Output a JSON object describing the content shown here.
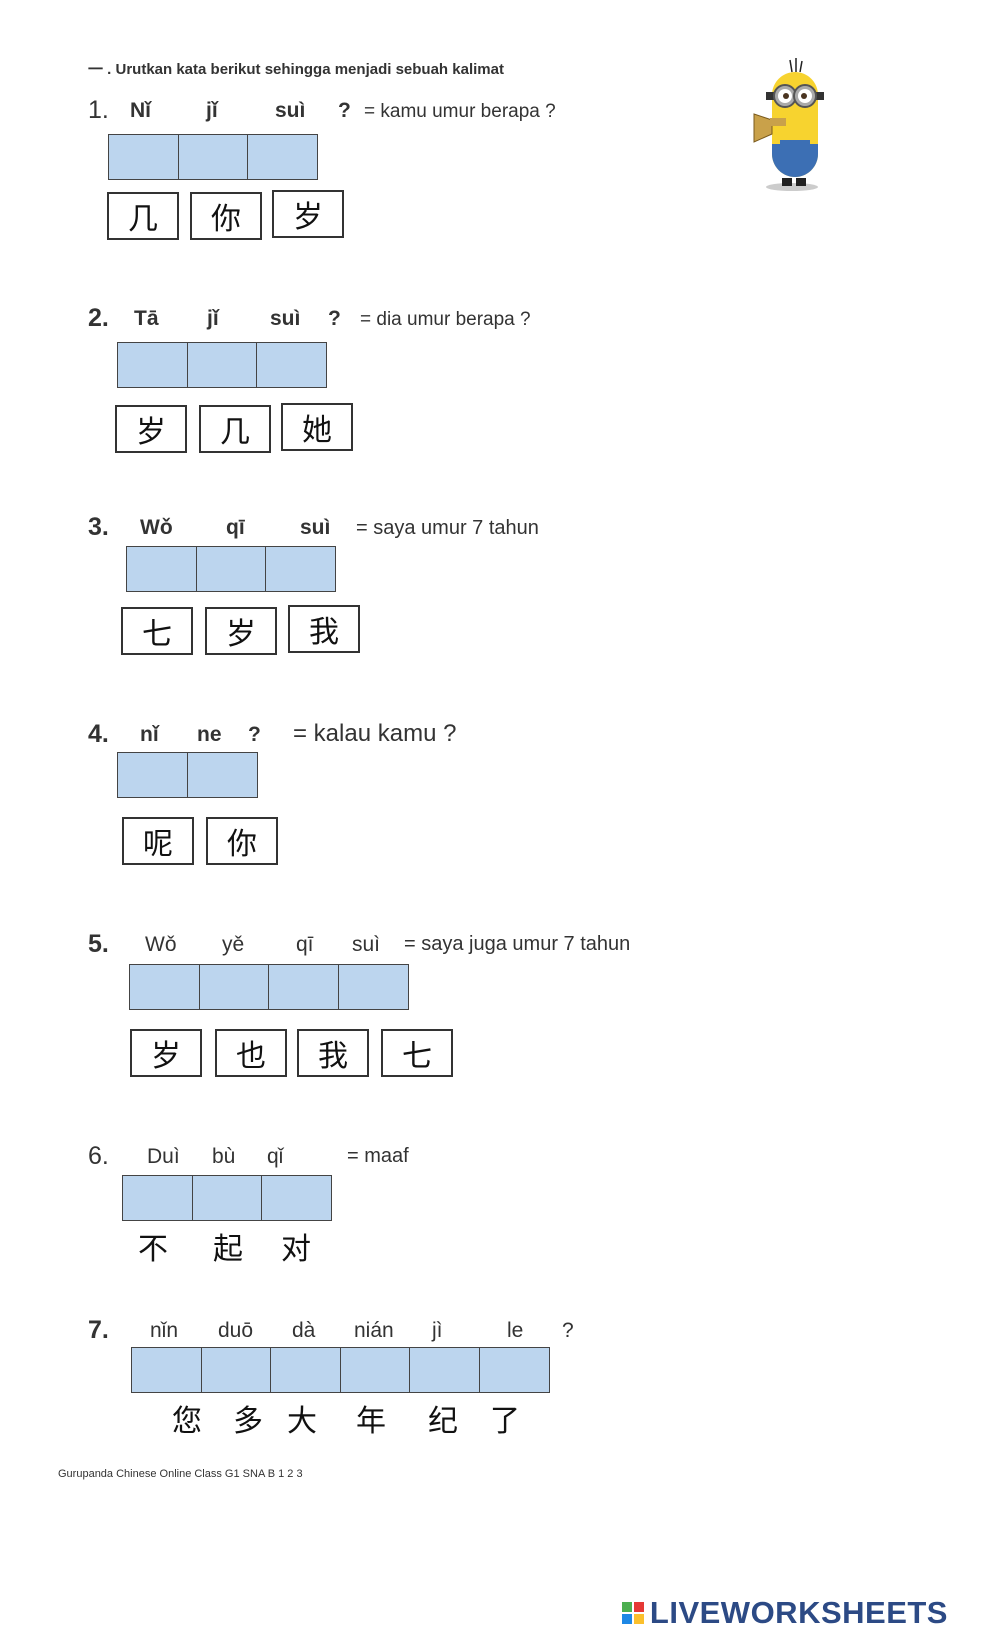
{
  "instruction": "一 . Urutkan kata berikut sehingga menjadi sebuah kalimat",
  "questions": [
    {
      "number": "1.",
      "pinyin": [
        "Nǐ",
        "jǐ",
        "suì",
        "?"
      ],
      "meaning": "= kamu  umur berapa ?",
      "slot_count": 3,
      "cards": [
        "几",
        "你",
        "岁"
      ]
    },
    {
      "number": "2.",
      "pinyin": [
        "Tā",
        "jǐ",
        "suì",
        "?"
      ],
      "meaning": "=  dia umur berapa ?",
      "slot_count": 3,
      "cards": [
        "岁",
        "几",
        "她"
      ]
    },
    {
      "number": "3.",
      "pinyin": [
        "Wǒ",
        "qī",
        "suì"
      ],
      "meaning": "=  saya umur  7 tahun",
      "slot_count": 3,
      "cards": [
        "七",
        "岁",
        "我"
      ]
    },
    {
      "number": "4.",
      "pinyin": [
        "nǐ",
        "ne",
        "?"
      ],
      "meaning": "= kalau kamu ?",
      "slot_count": 2,
      "cards": [
        "呢",
        "你"
      ]
    },
    {
      "number": "5.",
      "pinyin": [
        "Wǒ",
        "yě",
        "qī",
        "suì"
      ],
      "meaning": "=  saya juga umur 7 tahun",
      "slot_count": 4,
      "cards": [
        "岁",
        "也",
        "我",
        "七"
      ]
    },
    {
      "number": "6.",
      "pinyin": [
        "Duì",
        "bù",
        "qǐ"
      ],
      "meaning": "= maaf",
      "slot_count": 3,
      "cards": [
        "不",
        "起",
        "对"
      ]
    },
    {
      "number": "7.",
      "pinyin": [
        "nǐn",
        "duō",
        "dà",
        "nián",
        "jì",
        "le",
        "?"
      ],
      "meaning": "",
      "slot_count": 6,
      "cards": [
        "您",
        "多",
        "大",
        "年",
        "纪",
        "了"
      ]
    }
  ],
  "footer": "Gurupanda Chinese Online Class G1 SNA B 1 2 3",
  "brand": "LIVEWORKSHEETS",
  "colors": {
    "slot_fill": "#bcd5ee",
    "brand": "#2c4a85"
  },
  "icons": {
    "mascot": "minion-with-trumpet"
  }
}
